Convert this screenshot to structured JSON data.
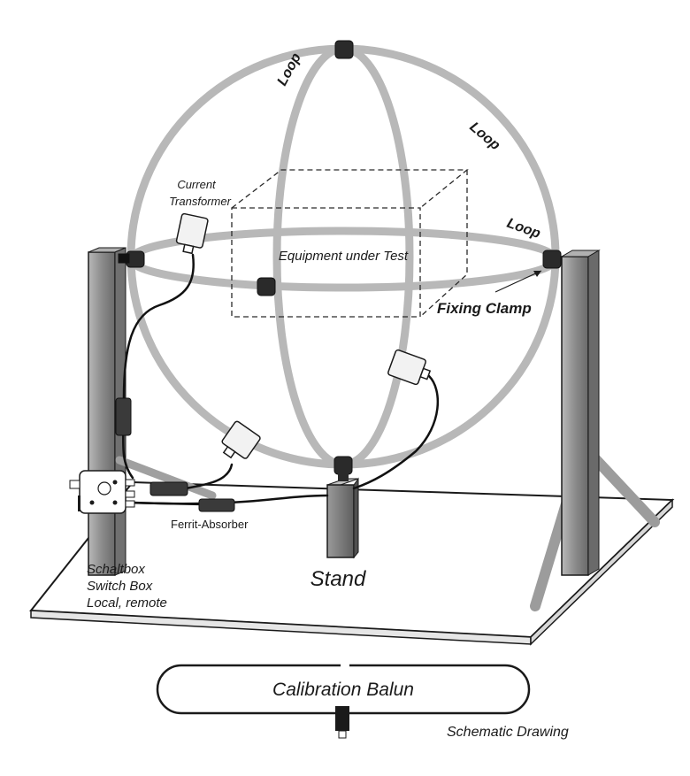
{
  "labels": {
    "loop_top": "Loop",
    "loop_right": "Loop",
    "loop_equator": "Loop",
    "current_transformer_line1": "Current",
    "current_transformer_line2": "Transformer",
    "equipment_under_test": "Equipment under Test",
    "fixing_clamp": "Fixing Clamp",
    "ferrit_absorber": "Ferrit-Absorber",
    "switch_box_line1": "Schaltbox",
    "switch_box_line2": "Switch Box",
    "switch_box_line3": "Local, remote",
    "stand": "Stand",
    "calibration_balun": "Calibration Balun",
    "schematic_drawing": "Schematic Drawing"
  },
  "colors": {
    "loop": "#b8b8b8",
    "post": "#8a8a8a",
    "outline": "#1a1a1a",
    "cable": "#111111"
  }
}
